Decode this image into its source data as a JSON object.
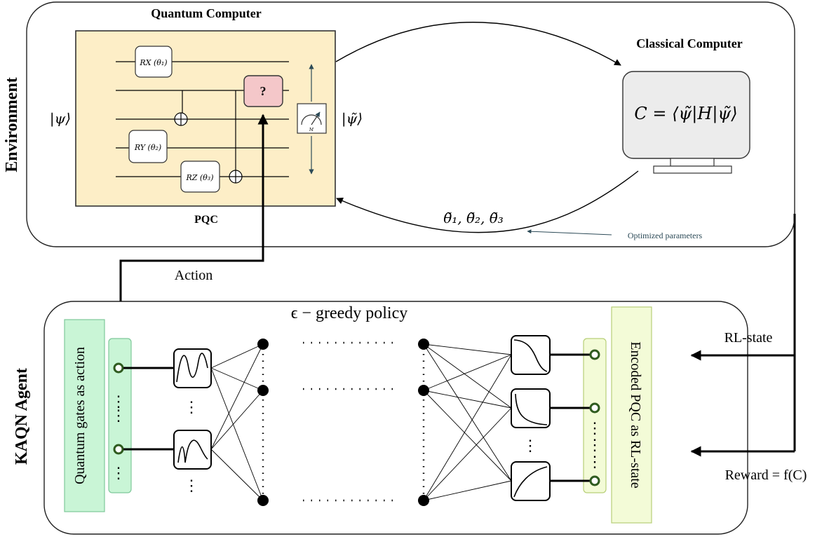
{
  "environment": {
    "label": "Environment",
    "quantum_computer_title": "Quantum Computer",
    "pqc_label": "PQC",
    "input_state": "|ψ⟩",
    "output_state": "|ψ̃⟩",
    "gates": {
      "rx": "RX (θ₁)",
      "ry": "RY (θ₂)",
      "rz": "RZ (θ₃)",
      "unknown": "?",
      "measure": "M"
    },
    "classical_computer_title": "Classical Computer",
    "cost_expression": "C = ⟨ψ̃|H|ψ̃⟩",
    "optimized_params": "θ̃₁, θ̃₂, θ̃₃",
    "optimized_params_label": "Optimized parameters"
  },
  "agent": {
    "label": "KAQN Agent",
    "policy": "ϵ − greedy policy",
    "left_column": "Quantum gates as action",
    "right_column": "Encoded PQC as RL-state",
    "ellipsis_h": "…………",
    "ellipsis_v": "⋮"
  },
  "signals": {
    "action": "Action",
    "rl_state": "RL-state",
    "reward": "Reward = f(C)"
  },
  "colors": {
    "pqc_fill": "#fdeec7",
    "pqc_border": "#333333",
    "unknown_gate_fill": "#f4c7c9",
    "monitor_fill": "#ececec",
    "green_panel": "#c9f5d6",
    "green_panel_border": "#7ec89a",
    "yellow_panel": "#f3fbd7",
    "yellow_panel_border": "#b7cf77",
    "node_fill": "#000000",
    "port_ring": "#2f5b1f",
    "teal_arrow": "#2c4a57"
  }
}
